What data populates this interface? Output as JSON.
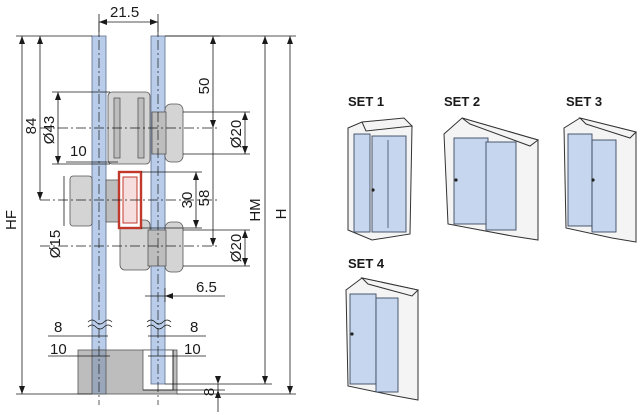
{
  "drawing": {
    "dims": {
      "top_gap": "21.5",
      "hf": "HF",
      "hm": "HM",
      "h": "H",
      "d84": "84",
      "d43": "Ø43",
      "d50": "50",
      "d20a": "Ø20",
      "d10a": "10",
      "d30": "30",
      "d58": "58",
      "d15": "Ø15",
      "d20b": "Ø20",
      "d65": "6.5",
      "d8l": "8",
      "d10l": "10",
      "d8r": "8",
      "d10r": "10",
      "d8b": "8"
    }
  },
  "sets": [
    {
      "label": "SET 1"
    },
    {
      "label": "SET 2"
    },
    {
      "label": "SET 3"
    },
    {
      "label": "SET 4"
    }
  ],
  "colors": {
    "glass": "#b9cdea",
    "highlight": "#c0392b",
    "metal": "#d4d4d4"
  }
}
